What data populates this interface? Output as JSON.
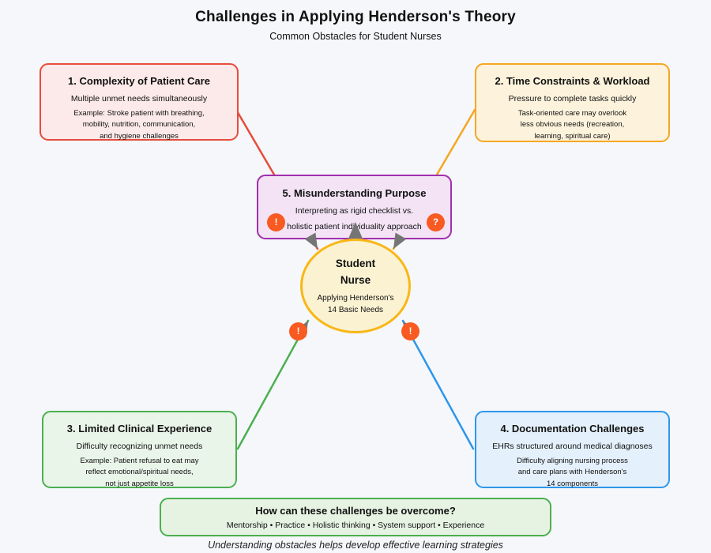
{
  "header": {
    "title": "Challenges in Applying Henderson's Theory",
    "subtitle": "Common Obstacles for Student Nurses"
  },
  "boxes": {
    "complexity": {
      "heading": "1. Complexity of Patient Care",
      "line1": "Multiple unmet needs simultaneously",
      "line2": "Example: Stroke patient with breathing,\nmobility, nutrition, communication,\nand hygiene challenges"
    },
    "time": {
      "heading": "2. Time Constraints & Workload",
      "line1": "Pressure to complete tasks quickly",
      "line2": "Task-oriented care may overlook\nless obvious needs (recreation,\nlearning, spiritual care)"
    },
    "misunderstanding": {
      "heading": "5. Misunderstanding Purpose",
      "line1": "Interpreting as rigid checklist vs.",
      "line2": "holistic patient individuality approach"
    },
    "clinical": {
      "heading": "3. Limited Clinical Experience",
      "line1": "Difficulty recognizing unmet needs",
      "line2": "Example: Patient refusal to eat may\nreflect emotional/spiritual needs,\nnot just appetite loss"
    },
    "documentation": {
      "heading": "4. Documentation Challenges",
      "line1": "EHRs structured around medical diagnoses",
      "line2": "Difficulty aligning nursing process\nand care plans with Henderson's\n14 components"
    }
  },
  "center": {
    "title": "Student\nNurse",
    "subtitle": "Applying Henderson's\n14 Basic Needs"
  },
  "overcome": {
    "heading": "How can these challenges be overcome?",
    "line1": "Mentorship • Practice • Holistic thinking • System support • Experience"
  },
  "footer": {
    "note": "Understanding obstacles helps develop effective learning strategies"
  },
  "badges": {
    "top_left": "!",
    "top_right": "?",
    "bottom_left": "!",
    "bottom_right": "!"
  },
  "palette": {
    "background": "#f5f7fa",
    "red": "#e74c3c",
    "red_fill": "#fce9e9",
    "orange": "#f5a623",
    "orange_fill": "#fdf3dc",
    "purple": "#a02fad",
    "purple_fill": "#f3e3f5",
    "gold": "#f9b716",
    "gold_fill": "#fbf2d2",
    "green": "#4caf50",
    "green_fill": "#eaf5e9",
    "blue": "#2e96ea",
    "blue_fill": "#e4f0fb",
    "arrow_gray": "#757575",
    "badge_orange": "#f85a22"
  }
}
